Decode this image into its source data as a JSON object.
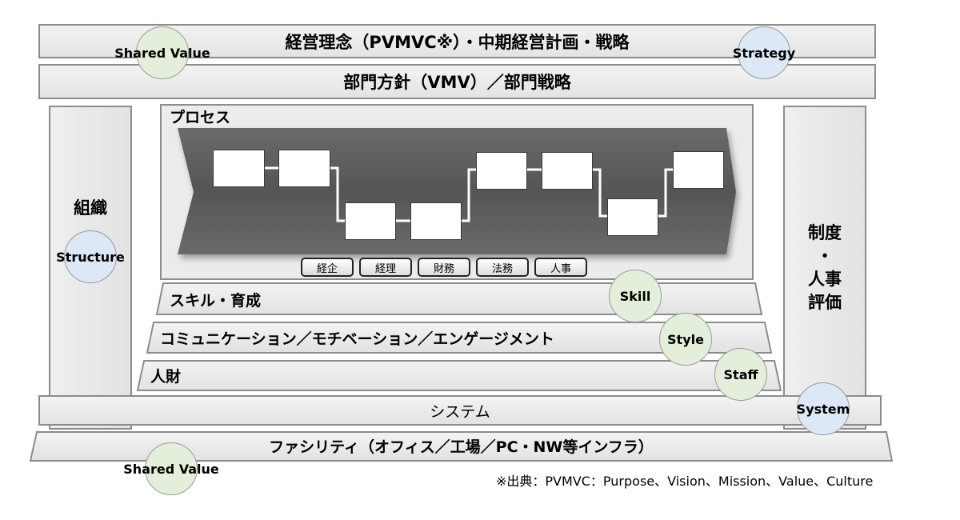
{
  "top_band": {
    "label": "経営理念（PVMVC※）・中期経営計画・戦略"
  },
  "dept_band": {
    "label": "部門方針（VMV）／部門戦略"
  },
  "left_pillar": {
    "label": "組織"
  },
  "right_pillar": {
    "label_lines": [
      "制度",
      "・",
      "人事",
      "評価"
    ]
  },
  "process": {
    "title": "プロセス",
    "tabs": [
      "経企",
      "経理",
      "財務",
      "法務",
      "人事"
    ]
  },
  "layers": {
    "skill": "スキル・育成",
    "communication": "コミュニケーション／モチベーション／エンゲージメント",
    "talent": "人財"
  },
  "system_band": {
    "label": "システム"
  },
  "facility_band": {
    "label": "ファシリティ（オフィス／工場／PC・NW等インフラ）"
  },
  "circles": {
    "shared_value_top": "Shared Value",
    "strategy": "Strategy",
    "structure": "Structure",
    "skill": "Skill",
    "style": "Style",
    "staff": "Staff",
    "system": "System",
    "shared_value_bottom": "Shared Value"
  },
  "colors": {
    "green_circle": "#e3efda",
    "blue_circle": "#dce8f5",
    "process_arrow": "#555555"
  },
  "footnote": "※出典：PVMVC：Purpose、Vision、Mission、Value、Culture"
}
